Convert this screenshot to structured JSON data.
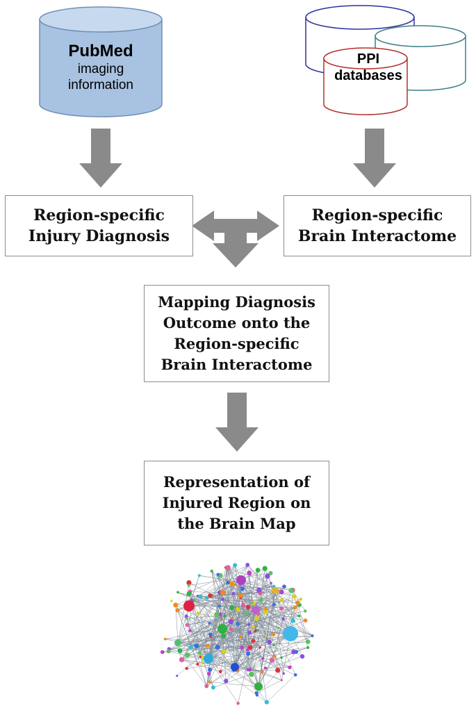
{
  "sources": {
    "pubmed": {
      "title": "PubMed",
      "subtitle": "imaging\ninformation",
      "color": "#a8c2e1"
    },
    "ppi": {
      "title": "PPI\ndatabases",
      "colors": [
        "#2a2f9c",
        "#3a7f86",
        "#b0322a"
      ]
    }
  },
  "boxes": {
    "injury_diagnosis": "Region-specific\nInjury Diagnosis",
    "brain_interactome": "Region-specific\nBrain Interactome",
    "mapping": "Mapping Diagnosis\nOutcome onto the\nRegion-specific\nBrain Interactome",
    "representation": "Representation of\nInjured Region on\nthe Brain Map"
  },
  "colors": {
    "arrow": "#8a8a8a",
    "box_border": "#8c8c8c"
  }
}
